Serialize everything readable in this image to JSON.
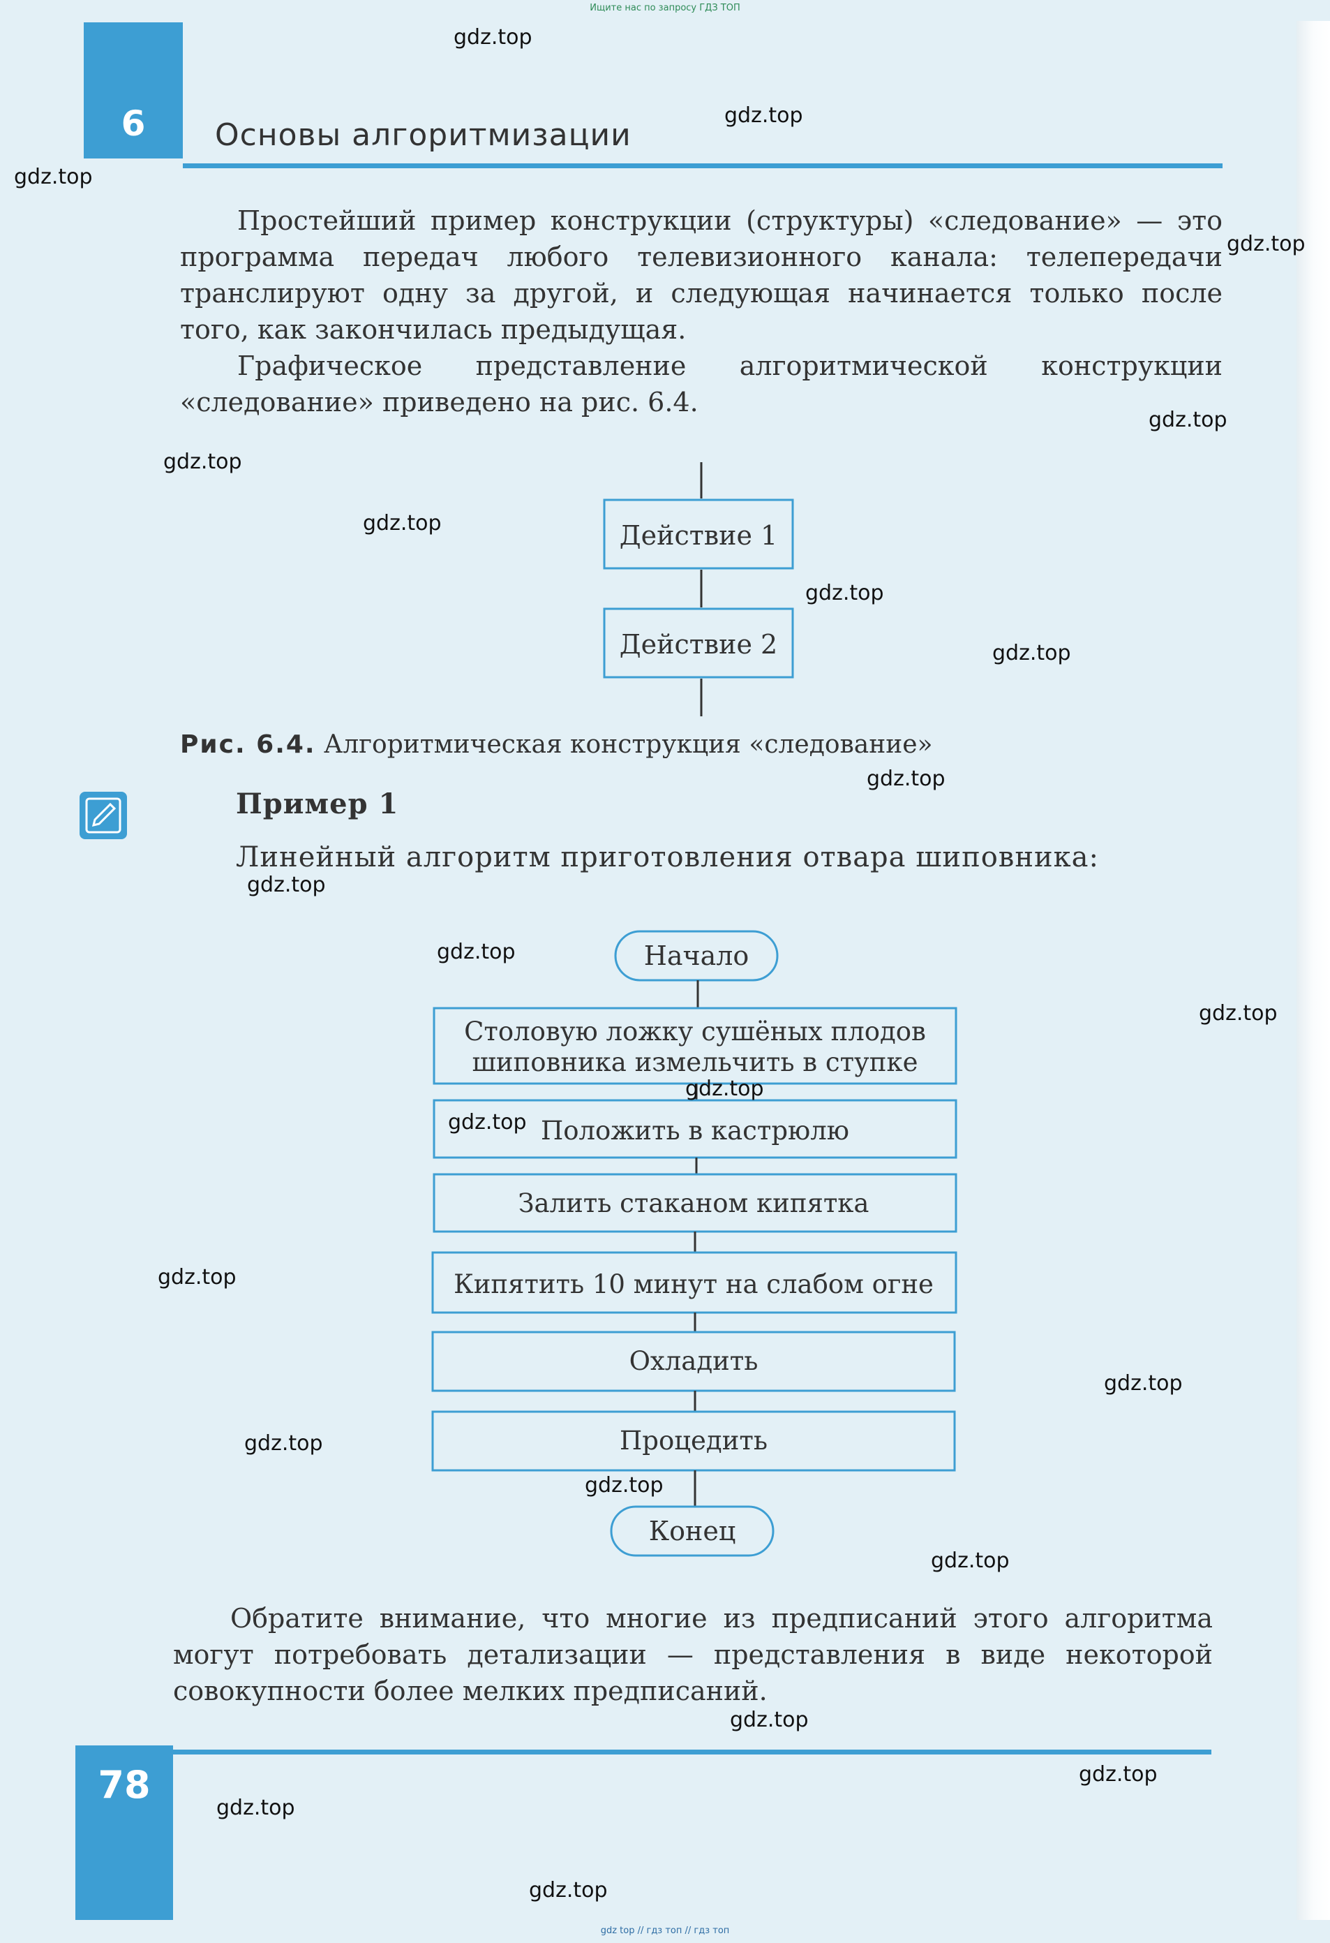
{
  "top_note": "Ищите нас по запросу ГДЗ ТОП",
  "bottom_note": "gdz top // гдз топ // гдз топ",
  "chapter": {
    "number": "6",
    "title": "Основы алгоритмизации"
  },
  "paragraph1": "Простейший пример конструкции (структуры) «следование» — это программа передач любого телевизионного канала: телепередачи транслируют одну за другой, и следующая начинается только после того, как закончилась предыдущая.",
  "paragraph2": "Графическое представление алгоритмической конструкции «следование» приведено на рис. 6.4.",
  "figure": {
    "action1": "Действие 1",
    "action2": "Действие 2",
    "caption_label": "Рис. 6.4.",
    "caption_text": " Алгоритмическая конструкция «следование»"
  },
  "example": {
    "title": "Пример 1",
    "intro": "Линейный алгоритм приготовления отвара шиповника:",
    "start": "Начало",
    "step1_line1": "Столовую ложку сушёных плодов",
    "step1_line2": "шиповника измельчить в ступке",
    "step2": "Положить в кастрюлю",
    "step3": "Залить стаканом кипятка",
    "step4": "Кипятить 10 минут на слабом огне",
    "step5": "Охладить",
    "step6": "Процедить",
    "end": "Конец"
  },
  "paragraph3": "Обратите внимание, что многие из предписаний этого алгоритма могут потребовать детализации — представления в виде некоторой совокупности более мелких предписаний.",
  "page_number": "78",
  "watermark": "gdz.top",
  "colors": {
    "accent": "#3d9ed3",
    "background": "#e3f0f6"
  }
}
